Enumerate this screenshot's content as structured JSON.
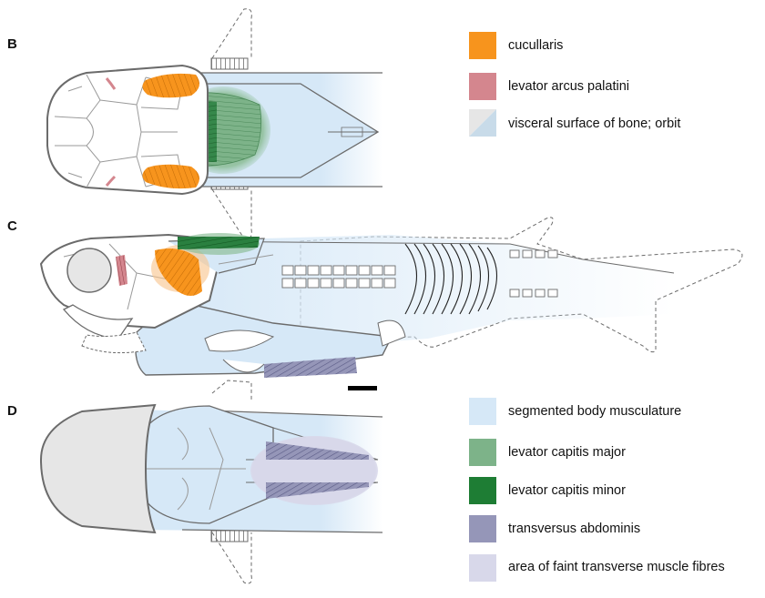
{
  "panels": {
    "b": {
      "label": "B"
    },
    "c": {
      "label": "C"
    },
    "d": {
      "label": "D"
    }
  },
  "legend_top": [
    {
      "label": "cucullaris",
      "color": "#f7941d"
    },
    {
      "label": "levator arcus palatini",
      "color": "#d4868e"
    },
    {
      "label": "visceral surface of bone; orbit",
      "color": "#c8dbe9",
      "color2": "#e6e6e6"
    }
  ],
  "legend_bottom": [
    {
      "label": "segmented body musculature",
      "color": "#d6e8f7"
    },
    {
      "label": "levator capitis major",
      "color": "#7db389"
    },
    {
      "label": "levator capitis minor",
      "color": "#1e7d34"
    },
    {
      "label": "transversus abdominis",
      "color": "#9596b8"
    },
    {
      "label": "area of faint transverse muscle fibres",
      "color": "#d8d8ea"
    }
  ],
  "colors": {
    "outline": "#6b6b6b",
    "body_fill": "#d6e8f7",
    "skull_fill": "#ffffff",
    "skull_lines": "#9a9a9a",
    "grey_fill": "#e6e6e6",
    "scale_bar": "#000000"
  },
  "icons": [
    "fish-specimen-dorsal",
    "fish-specimen-lateral",
    "fish-specimen-ventral"
  ]
}
